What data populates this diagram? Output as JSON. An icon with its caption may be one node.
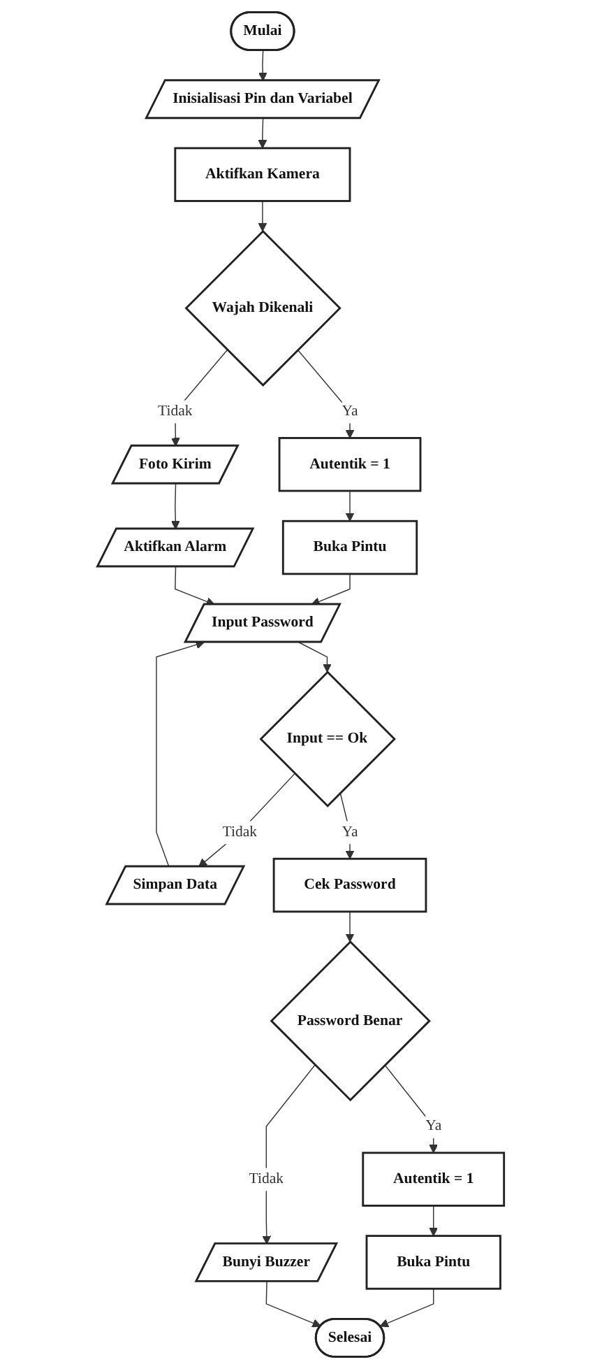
{
  "diagram": {
    "nodes": [
      {
        "text": [
          "Mulai"
        ]
      },
      {
        "text": [
          "Inisialisasi Pin dan Variabel"
        ]
      },
      {
        "text": [
          "Aktifkan Kamera"
        ]
      },
      {
        "text": [
          "Wajah Dikenali"
        ]
      },
      {
        "text": [
          "Foto Kirim"
        ]
      },
      {
        "text": [
          "Aktifkan Alarm"
        ]
      },
      {
        "text": [
          "Autentik = 1"
        ]
      },
      {
        "text": [
          "Buka Pintu"
        ]
      },
      {
        "text": [
          "Input Password"
        ]
      },
      {
        "text": [
          "Input == Ok"
        ]
      },
      {
        "text": [
          "Simpan Data"
        ]
      },
      {
        "text": [
          "Cek Password"
        ]
      },
      {
        "text": [
          "Password Benar"
        ]
      },
      {
        "text": [
          "Bunyi Buzzer"
        ]
      },
      {
        "text": [
          "Autentik = 1"
        ]
      },
      {
        "text": [
          "Buka Pintu"
        ]
      },
      {
        "text": [
          "Selesai"
        ]
      }
    ],
    "edges": [
      {
        "from": 0,
        "to": 1,
        "arrow": "to"
      },
      {
        "from": 1,
        "to": 2,
        "arrow": "to"
      },
      {
        "from": 2,
        "to": 3,
        "arrow": "to"
      },
      {
        "from": 3,
        "to": 4,
        "arrow": "to",
        "label": "Tidak"
      },
      {
        "from": 4,
        "to": 5,
        "arrow": "to"
      },
      {
        "from": 3,
        "to": 6,
        "arrow": "to",
        "label": "Ya"
      },
      {
        "from": 6,
        "to": 7,
        "arrow": "to"
      },
      {
        "from": 7,
        "to": 8,
        "arrow": "to"
      },
      {
        "from": 5,
        "to": 8,
        "arrow": "to"
      },
      {
        "from": 10,
        "to": 8,
        "arrow": "to"
      },
      {
        "from": 8,
        "to": 9,
        "arrow": "to"
      },
      {
        "from": 9,
        "to": 10,
        "arrow": "to",
        "label": "Tidak"
      },
      {
        "from": 9,
        "to": 11,
        "arrow": "to",
        "label": "Ya"
      },
      {
        "from": 11,
        "to": 12,
        "arrow": "to"
      },
      {
        "from": 12,
        "to": 13,
        "arrow": "to",
        "label": "Tidak"
      },
      {
        "from": 12,
        "to": 14,
        "arrow": "to",
        "label": "Ya"
      },
      {
        "from": 14,
        "to": 15,
        "arrow": "to"
      },
      {
        "from": 15,
        "to": 16,
        "arrow": "to"
      },
      {
        "from": 13,
        "to": 16,
        "arrow": "to"
      }
    ]
  }
}
